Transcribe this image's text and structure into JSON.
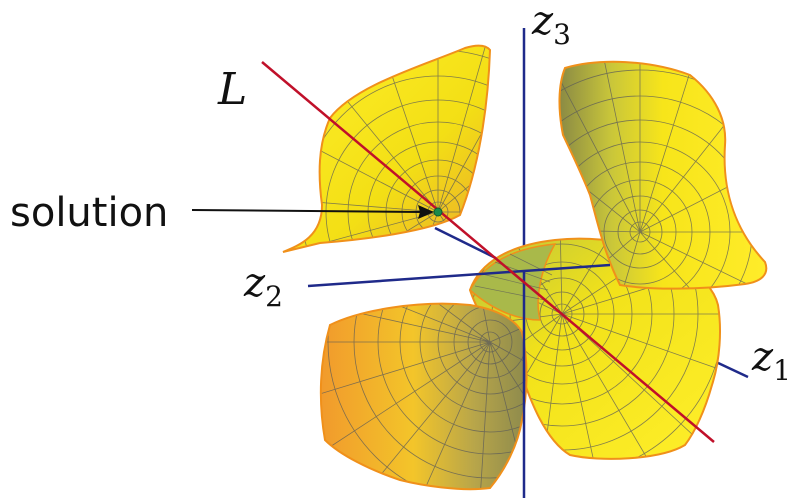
{
  "labels": {
    "line_name": "L",
    "annotation": "solution",
    "axis_z1": {
      "var": "z",
      "sub": "1"
    },
    "axis_z2": {
      "var": "z",
      "sub": "2"
    },
    "axis_z3": {
      "var": "z",
      "sub": "3"
    }
  },
  "colors": {
    "surface_fill": "#f5e312",
    "surface_shade": "#e8a12a",
    "surface_dark": "#8a8a3a",
    "surface_green": "#b5c442",
    "mesh": "#5a5a5a",
    "edge": "#f0901a",
    "axis": "#1f2a8a",
    "line": "#c0102a",
    "point": "#1a8a4a"
  }
}
